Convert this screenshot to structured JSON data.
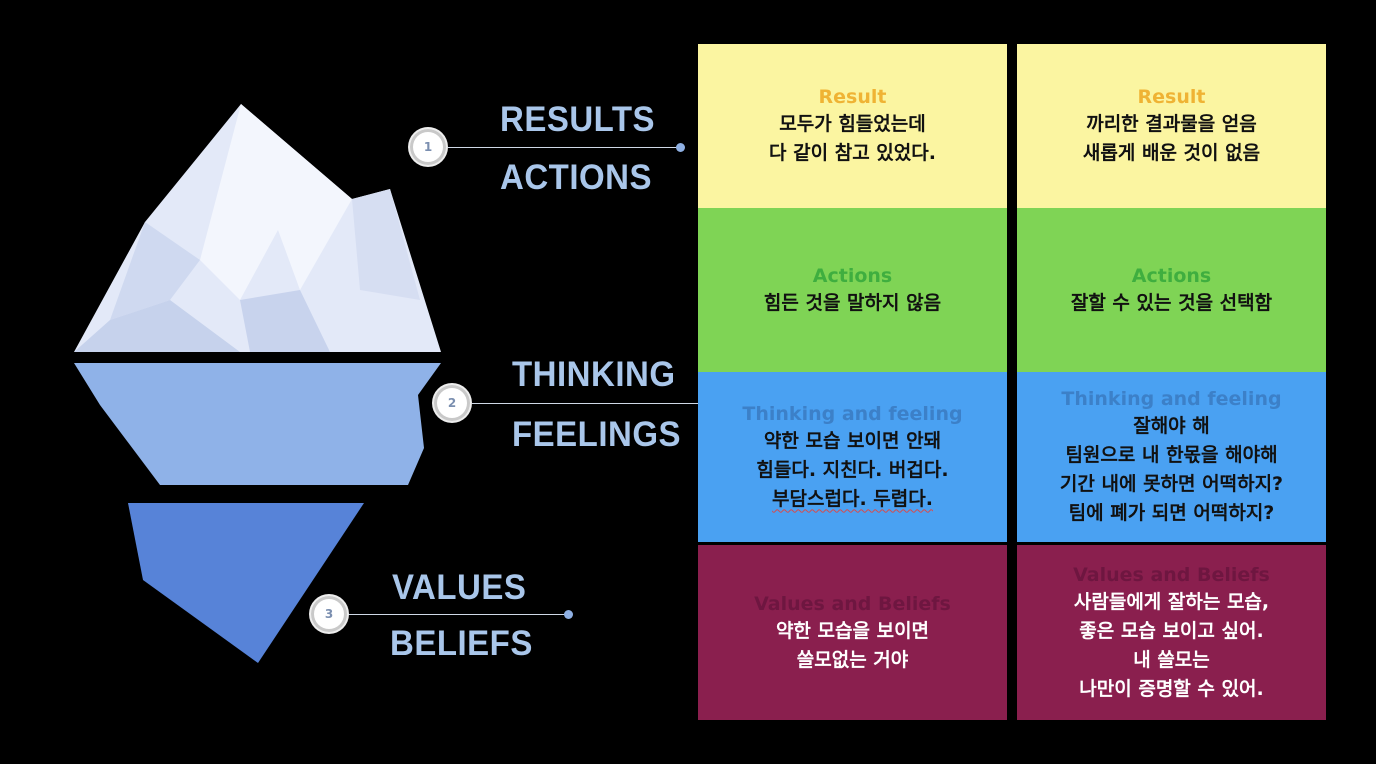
{
  "iceberg_labels": {
    "marker_1": "1",
    "marker_2": "2",
    "marker_3": "3",
    "results": "RESULTS",
    "actions": "ACTIONS",
    "thinking": "THINKING",
    "feelings": "FEELINGS",
    "values": "VALUES",
    "beliefs": "BELIEFS"
  },
  "columns": [
    {
      "result": {
        "heading": "Result",
        "lines": [
          "모두가 힘들었는데",
          "다 같이 참고 있었다."
        ]
      },
      "actions": {
        "heading": "Actions",
        "lines": [
          "힘든 것을 말하지 않음"
        ]
      },
      "thinking": {
        "heading": "Thinking and feeling",
        "lines": [
          "약한 모습 보이면 안돼",
          "힘들다. 지친다. 버겁다.",
          "부담스럽다. 두렵다."
        ]
      },
      "values": {
        "heading": "Values and Beliefs",
        "lines": [
          "약한 모습을 보이면",
          "쓸모없는 거야"
        ]
      }
    },
    {
      "result": {
        "heading": "Result",
        "lines": [
          "까리한 결과물을 얻음",
          "새롭게 배운 것이 없음"
        ]
      },
      "actions": {
        "heading": "Actions",
        "lines": [
          "잘할 수 있는 것을 선택함"
        ]
      },
      "thinking": {
        "heading": "Thinking and feeling",
        "lines": [
          "잘해야 해",
          "팀원으로 내 한몫을 해야해",
          "기간 내에 못하면 어떡하지?",
          "팀에 폐가 되면 어떡하지?"
        ]
      },
      "values": {
        "heading": "Values and Beliefs",
        "lines": [
          "사람들에게 잘하는 모습,",
          "좋은 모습 보이고 싶어.",
          "내 쓸모는",
          "나만이 증명할 수 있어."
        ]
      }
    }
  ],
  "colors": {
    "result_bg": "#fbf5a1",
    "actions_bg": "#7fd455",
    "thinking_bg": "#4aa1f2",
    "values_bg": "#8a1f4e",
    "label_text": "#a9c6ea"
  }
}
